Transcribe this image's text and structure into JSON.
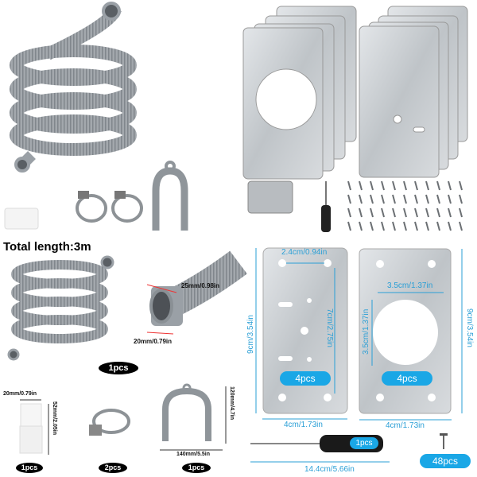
{
  "headline": "Total length:3m",
  "hose": {
    "outer_diameter": "25mm/0.98in",
    "inner_diameter": "20mm/0.79in",
    "quantity": "1pcs"
  },
  "coupler": {
    "width": "20mm/0.79in",
    "height": "52mm/2.05in",
    "quantity": "1pcs"
  },
  "clamp": {
    "quantity": "2pcs"
  },
  "bracket": {
    "height": "120mm/4.7in",
    "width": "140mm/5.5in",
    "quantity": "1pcs"
  },
  "plate_a": {
    "hole_spacing": "2.4cm/0.94in",
    "hole_length": "7cm/2.75in",
    "height": "9cm/3.54in",
    "width": "4cm/1.73in",
    "quantity": "4pcs"
  },
  "plate_b": {
    "hole_width": "3.5cm/1.37in",
    "hole_height": "3.5cm/1.37in",
    "height": "9cm/3.54in",
    "width": "4cm/1.73in",
    "quantity": "4pcs"
  },
  "screwdriver": {
    "length": "14.4cm/5.66in",
    "quantity": "1pcs"
  },
  "screws": {
    "quantity": "48pcs"
  },
  "colors": {
    "accent": "#1aa7e6",
    "hose_gray": "#9aa0a6",
    "steel": "#c9cdd1"
  }
}
